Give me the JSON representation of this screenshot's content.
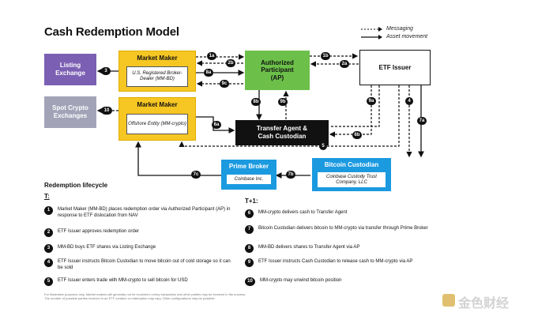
{
  "title": "Cash Redemption Model",
  "legend": {
    "messaging": "Messaging",
    "asset_movement": "Asset movement"
  },
  "boxes": {
    "listing_exchange": "Listing Exchange",
    "spot_crypto_exchanges": "Spot Crypto Exchanges",
    "market_maker_1": {
      "title": "Market Maker",
      "sub": "U.S. Registered Broker-Dealer (MM-BD)"
    },
    "market_maker_2": {
      "title": "Market Maker",
      "sub": "Offshore Entity (MM-crypto)"
    },
    "authorized_participant": {
      "line1": "Authorized",
      "line2": "Participant",
      "line3": "(AP)"
    },
    "etf_issuer": "ETF Issuer",
    "transfer_agent": {
      "line1": "Transfer Agent &",
      "line2": "Cash Custodian"
    },
    "prime_broker": {
      "title": "Prime Broker",
      "sub": "Coinbase Inc."
    },
    "bitcoin_custodian": {
      "title": "Bitcoin Custodian",
      "sub": "Coinbase Custody Trust Company, LLC"
    }
  },
  "labels": {
    "l1a": "1a",
    "l1b": "1b",
    "l2a": "2a",
    "l2b": "2b",
    "l3": "3",
    "l4": "4",
    "l5": "5",
    "l6a": "6a",
    "l6b": "6b",
    "l7a": "7a",
    "l7b": "7b",
    "l7c": "7c",
    "l8a": "8a",
    "l8b": "8b",
    "l9a": "9a",
    "l9b": "9b",
    "l9c": "9c",
    "l10": "10"
  },
  "redemption": {
    "heading": "Redemption lifecycle",
    "t_heading": "T:",
    "t1_heading": "T+1:",
    "t_steps": [
      {
        "n": "1",
        "text": "Market Maker (MM-BD) places redemption order via Authorized Participant (AP) in response to ETF dislocation from NAV"
      },
      {
        "n": "2",
        "text": "ETF Issuer approves redemption order"
      },
      {
        "n": "3",
        "text": "MM-BD buys ETF shares via Listing Exchange"
      },
      {
        "n": "4",
        "text": "ETF Issuer instructs Bitcoin Custodian to move bitcoin out of cold storage so it can be sold"
      },
      {
        "n": "5",
        "text": "ETF Issuer enters trade with MM-crypto to sell bitcoin for USD"
      }
    ],
    "t1_steps": [
      {
        "n": "6",
        "text": "MM-crypto delivers cash to Transfer Agent"
      },
      {
        "n": "7",
        "text": "Bitcoin Custodian delivers bitcoin to MM-crypto via transfer through Prime Broker"
      },
      {
        "n": "8",
        "text": "MM-BD delivers shares to Transfer Agent via AP"
      },
      {
        "n": "9",
        "text": "ETF Issuer instructs Cash Custodian to release cash to MM-crypto via AP"
      },
      {
        "n": "10",
        "text": "MM-crypto may unwind bitcoin position"
      }
    ]
  },
  "footnote": {
    "line1": "For illustrative purposes only. Market makers will generally not be involved in every transaction and other parties may be involved in the process.",
    "line2": "The number of possible parties involved in an ETF creation or redemption may vary. Other configurations may be possible."
  },
  "watermark": "金色财经",
  "colors": {
    "purple": "#7b5fb3",
    "yellow": "#f6c623",
    "green": "#6cc04a",
    "blue": "#1b9ae0",
    "gray": "#a3a3b8"
  }
}
